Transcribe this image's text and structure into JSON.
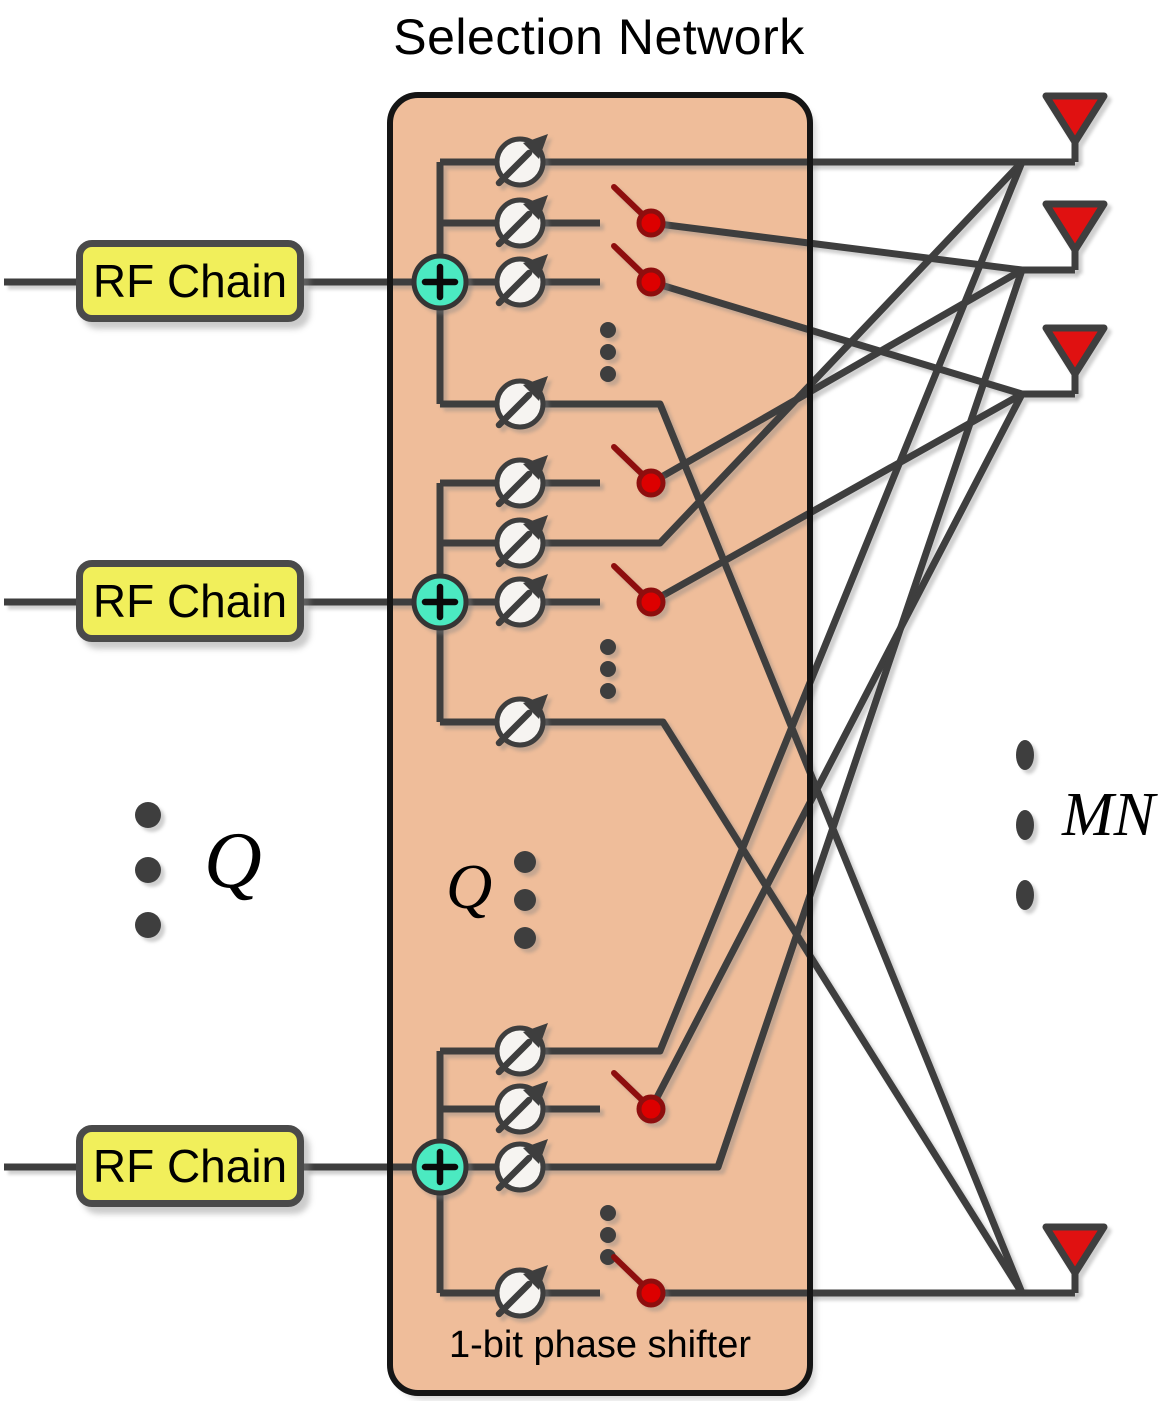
{
  "diagram": {
    "title": "Selection Network",
    "footer_label": "1-bit phase shifter",
    "rf_chains": [
      {
        "label": "RF Chain"
      },
      {
        "label": "RF Chain"
      },
      {
        "label": "RF Chain"
      }
    ],
    "annotations": {
      "rf_chain_count": "Q",
      "phase_shifter_group_count": "Q",
      "antenna_count": "MN"
    },
    "structure": {
      "antennas_shown": 4,
      "phase_shifter_groups_shown": 3,
      "phase_shifters_per_group_shown": 4,
      "switches_shown": 6,
      "combiners_shown": 3
    },
    "icons": [
      "phase-shifter-icon",
      "switch-icon",
      "combiner-plus-icon",
      "antenna-icon",
      "ellipsis-dots"
    ]
  },
  "colors": {
    "network_box_fill": "#EFBD9A",
    "network_box_border": "#151515",
    "rf_chain_fill": "#F1EF5B",
    "rf_chain_border": "#4A4A4A",
    "combiner_fill": "#4BEAC1",
    "wire": "#3E3E3E",
    "switch_dot": "#DD0000",
    "switch_lever": "#8E0E0E",
    "antenna_fill": "#E01111",
    "text": "#000000"
  }
}
